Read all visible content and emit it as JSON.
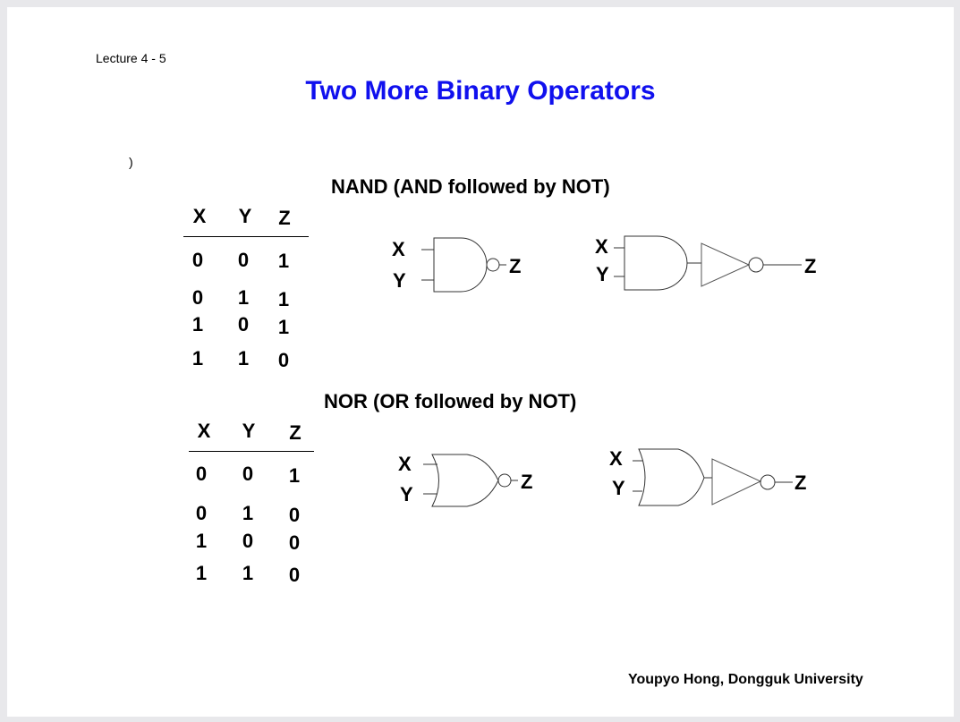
{
  "slide": {
    "lecture_label": "Lecture 4 - 5",
    "title": "Two More Binary Operators",
    "stray_mark": ")",
    "footer": "Youpyo Hong, Dongguk University",
    "title_color": "#1010ee"
  },
  "nand": {
    "heading": "NAND (AND followed by NOT)",
    "table": {
      "headers": [
        "X",
        "Y",
        "Z"
      ],
      "rows": [
        [
          "0",
          "0",
          "1"
        ],
        [
          "0",
          "1",
          "1"
        ],
        [
          "1",
          "0",
          "1"
        ],
        [
          "1",
          "1",
          "0"
        ]
      ]
    },
    "gate_labels": {
      "in1": "X",
      "in2": "Y",
      "out": "Z"
    }
  },
  "nor": {
    "heading": "NOR (OR followed by NOT)",
    "table": {
      "headers": [
        "X",
        "Y",
        "Z"
      ],
      "rows": [
        [
          "0",
          "0",
          "1"
        ],
        [
          "0",
          "1",
          "0"
        ],
        [
          "1",
          "0",
          "0"
        ],
        [
          "1",
          "1",
          "0"
        ]
      ]
    },
    "gate_labels": {
      "in1": "X",
      "in2": "Y",
      "out": "Z"
    }
  }
}
